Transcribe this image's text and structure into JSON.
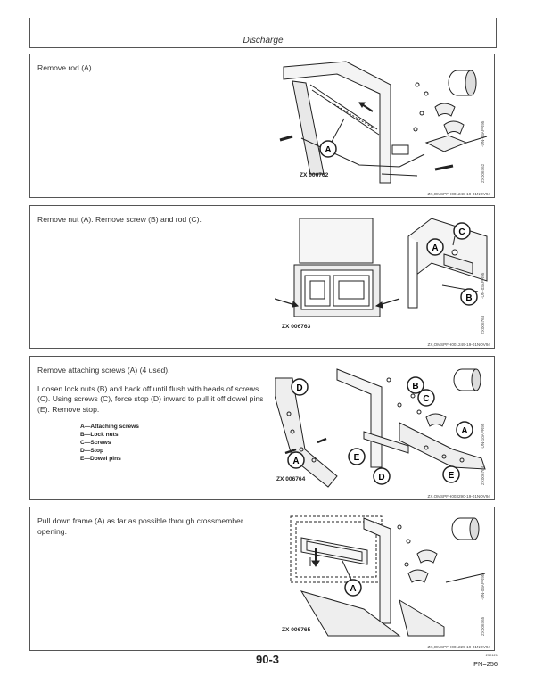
{
  "header": {
    "title": "Discharge"
  },
  "panels": [
    {
      "text": [
        "Remove rod (A)."
      ],
      "figure_label": "ZX 006762",
      "side_code_1": "-UN-03APR95",
      "side_code_2": "ZX006762",
      "ref": "ZX,OMSPFH001248-19-01NOV94",
      "callouts": [
        "A"
      ]
    },
    {
      "text": [
        "Remove nut (A). Remove screw (B) and rod (C)."
      ],
      "figure_label": "ZX 006763",
      "side_code_1": "-UN-03APR95",
      "side_code_2": "ZX006763",
      "ref": "ZX,OMSPFH001249-19-01NOV94",
      "callouts": [
        "A",
        "B",
        "C"
      ]
    },
    {
      "text": [
        "Remove attaching screws (A) (4 used).",
        "Loosen lock nuts (B) and back off until flush with heads of screws (C). Using screws (C), force stop (D) inward to pull it off dowel pins (E). Remove stop."
      ],
      "legend": [
        "A—Attaching screws",
        "B—Lock nuts",
        "C—Screws",
        "D—Stop",
        "E—Dowel pins"
      ],
      "figure_label": "ZX 006764",
      "side_code_1": "-UN-10APR95",
      "side_code_2": "ZX006764",
      "ref": "ZX,OMSPFH003290-19-01NOV94",
      "callouts": [
        "D",
        "B",
        "C",
        "A",
        "E",
        "D",
        "A",
        "E"
      ]
    },
    {
      "text": [
        "Pull down frame (A) as far as possible through crossmember opening."
      ],
      "figure_label": "ZX 006765",
      "side_code_1": "-UN-03APR95",
      "side_code_2": "ZX006765",
      "ref": "ZX,OMSPFH001229-19-01NOV94",
      "callouts": [
        "A"
      ]
    }
  ],
  "footer": {
    "page_number": "90-3",
    "small_code": "230121",
    "pn": "PN=256"
  }
}
